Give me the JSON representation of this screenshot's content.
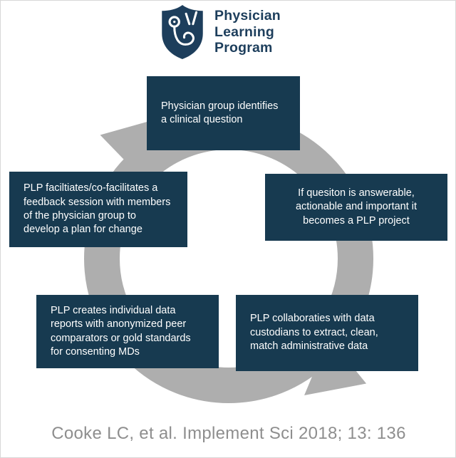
{
  "logo": {
    "title": "Physician\nLearning\nProgram",
    "icon": "shield-stethoscope-icon"
  },
  "steps": {
    "top": "Physician group identifies\na clinical question",
    "right": "If quesiton is answerable,\nactionable and important it\nbecomes a PLP project",
    "bottom_right": "PLP collaboraties with data\ncustodians to extract, clean,\nmatch administrative data",
    "bottom_left": "PLP creates individual data\nreports with anonymized peer\ncomparators or gold standards\nfor consenting MDs",
    "left": "PLP faciltiates/co-facilitates a\nfeedback session with members\nof the physician group to\ndevelop a plan for change"
  },
  "citation": "Cooke LC, et al. Implement Sci 2018; 13: 136",
  "colors": {
    "box_fill": "#173a50",
    "box_text": "#ffffff",
    "ring_gray": "#aeaeae",
    "logo_navy": "#1d3e5c",
    "citation_gray": "#8e8e8e"
  }
}
